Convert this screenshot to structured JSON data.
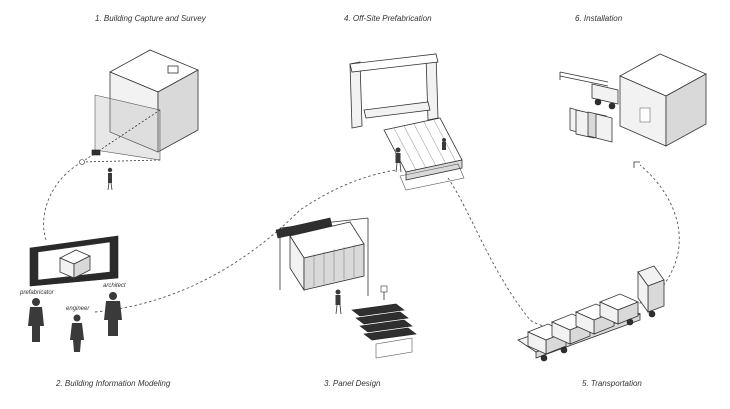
{
  "steps": [
    {
      "label": "1. Building Capture and Survey"
    },
    {
      "label": "2. Building Information Modeling"
    },
    {
      "label": "3. Panel Design"
    },
    {
      "label": "4. Off-Site Prefabrication"
    },
    {
      "label": "5. Transportation"
    },
    {
      "label": "6. Installation"
    }
  ],
  "roles": {
    "prefabricator": "prefabricator",
    "engineer": "engineer",
    "architect": "architect"
  },
  "colors": {
    "line": "#333333",
    "light_face": "#f2f2f2",
    "mid_face": "#d9d9d9",
    "dark_panel": "#2f2f2f"
  }
}
